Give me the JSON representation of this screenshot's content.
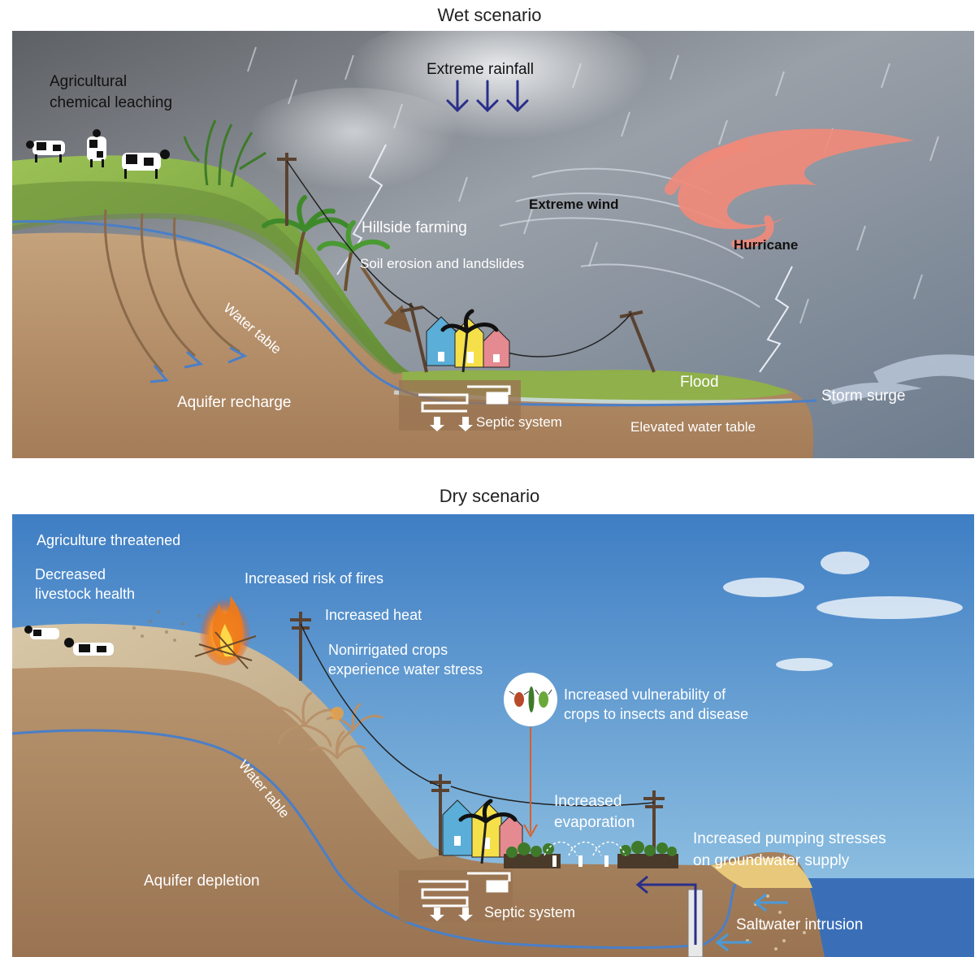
{
  "wet": {
    "title": "Wet scenario",
    "labels": {
      "agricultural_leaching": "Agricultural\nchemical leaching",
      "extreme_rainfall": "Extreme rainfall",
      "extreme_wind": "Extreme wind",
      "hurricane": "Hurricane",
      "hillside_farming": "Hillside farming",
      "soil_erosion": "Soil erosion and landslides",
      "water_table": "Water table",
      "aquifer_recharge": "Aquifer recharge",
      "flood": "Flood",
      "storm_surge": "Storm surge",
      "septic_system": "Septic system",
      "elevated_water_table": "Elevated water table"
    }
  },
  "dry": {
    "title": "Dry scenario",
    "labels": {
      "agriculture_threatened": "Agriculture threatened",
      "livestock_health": "Decreased\nlivestock health",
      "risk_of_fires": "Increased risk of fires",
      "increased_heat": "Increased heat",
      "nonirrigated_crops": "Nonirrigated crops\nexperience water stress",
      "insect_vulnerability": "Increased vulnerability of\ncrops to insects and disease",
      "increased_evaporation": "Increased\nevaporation",
      "pumping_stresses": "Increased pumping stresses\non groundwater supply",
      "water_table": "Water table",
      "aquifer_depletion": "Aquifer depletion",
      "septic_system": "Septic system",
      "saltwater_intrusion": "Saltwater intrusion"
    }
  },
  "colors": {
    "water_table_line": "#4a7fc8",
    "soil": "#b08a64",
    "grass": "#7aa642",
    "storm_sky": "#7a8898",
    "dry_sky": "#4a86c8",
    "sea": "#3a6fb8",
    "hurricane": "#f08a7a",
    "rain_arrows": "#2a2f8a",
    "pump_arrow": "#2a2f8a",
    "insect_arrow": "#d8602a"
  }
}
